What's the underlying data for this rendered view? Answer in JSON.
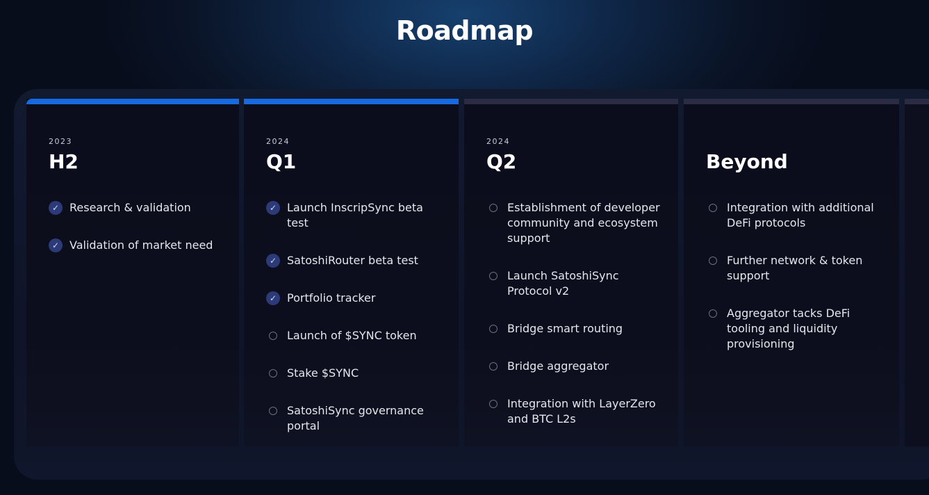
{
  "title": "Roadmap",
  "colors": {
    "done_bar": "#1769e0",
    "pending_bar": "#2a2c44",
    "check_badge": "#2c3a78"
  },
  "columns": [
    {
      "year": "2023",
      "period": "H2",
      "active": true,
      "items": [
        {
          "text": "Research & validation",
          "done": true
        },
        {
          "text": "Validation of market need",
          "done": true
        }
      ]
    },
    {
      "year": "2024",
      "period": "Q1",
      "active": true,
      "items": [
        {
          "text": "Launch InscripSync beta test",
          "done": true
        },
        {
          "text": "SatoshiRouter beta test",
          "done": true
        },
        {
          "text": "Portfolio tracker",
          "done": true
        },
        {
          "text": "Launch of $SYNC token",
          "done": false
        },
        {
          "text": "Stake $SYNC",
          "done": false
        },
        {
          "text": "SatoshiSync governance portal",
          "done": false
        }
      ]
    },
    {
      "year": "2024",
      "period": "Q2",
      "active": false,
      "items": [
        {
          "text": "Establishment of developer community and ecosystem support",
          "done": false
        },
        {
          "text": "Launch SatoshiSync Protocol v2",
          "done": false
        },
        {
          "text": "Bridge smart routing",
          "done": false
        },
        {
          "text": "Bridge aggregator",
          "done": false
        },
        {
          "text": "Integration with LayerZero and BTC L2s",
          "done": false
        }
      ]
    },
    {
      "year": "",
      "period": "Beyond",
      "active": false,
      "items": [
        {
          "text": "Integration with additional DeFi protocols",
          "done": false
        },
        {
          "text": "Further network & token support",
          "done": false
        },
        {
          "text": "Aggregator tacks DeFi tooling and liquidity provisioning",
          "done": false
        }
      ]
    }
  ]
}
